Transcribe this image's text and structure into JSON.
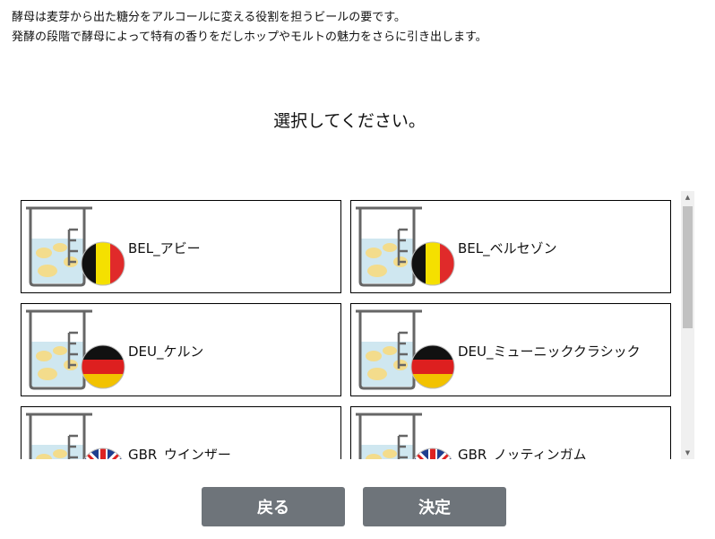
{
  "description": {
    "line1": "酵母は麦芽から出た糖分をアルコールに変える役割を担うビールの要です。",
    "line2": "発酵の段階で酵母によって特有の香りをだしホップやモルトの魅力をさらに引き出します。"
  },
  "prompt": "選択してください。",
  "items": [
    {
      "label": "BEL_アビー",
      "flag": "belgium"
    },
    {
      "label": "BEL_ベルセゾン",
      "flag": "belgium"
    },
    {
      "label": "DEU_ケルン",
      "flag": "germany"
    },
    {
      "label": "DEU_ミューニッククラシック",
      "flag": "germany"
    },
    {
      "label": "GBR_ウインザー",
      "flag": "uk"
    },
    {
      "label": "GBR_ノッティンガム",
      "flag": "uk"
    }
  ],
  "buttons": {
    "back": "戻る",
    "confirm": "決定"
  }
}
